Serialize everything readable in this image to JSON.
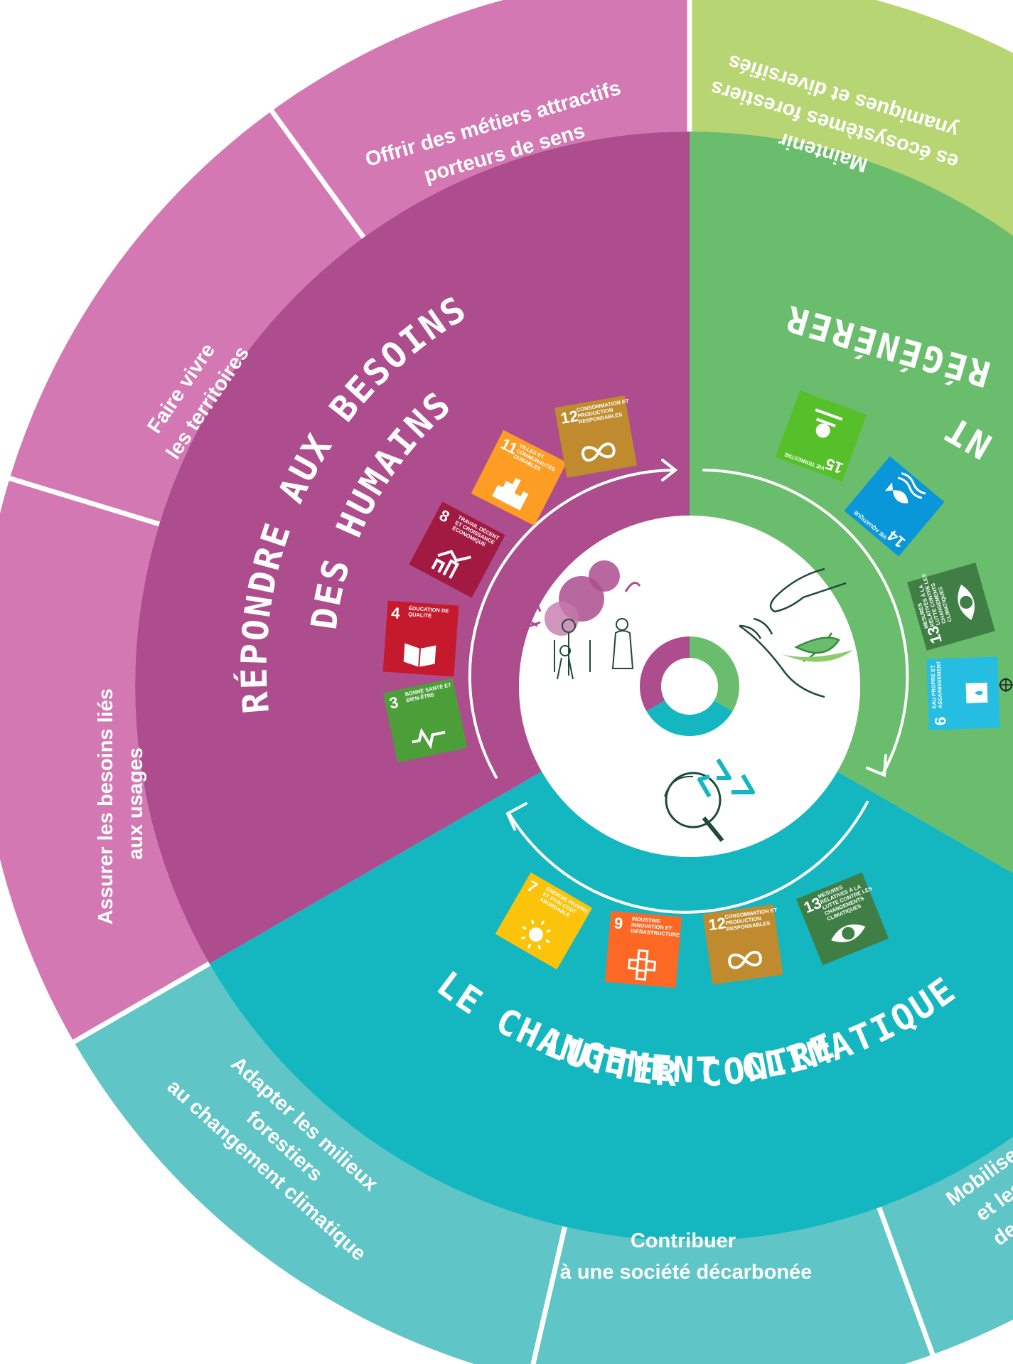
{
  "colors": {
    "pink_outer": "#d378b2",
    "pink_inner": "#ad4d8e",
    "green_outer": "#b7d572",
    "green_inner": "#6abd6c",
    "teal_outer": "#5fc5c6",
    "teal_inner": "#14b6c0",
    "white": "#ffffff"
  },
  "outer_ring": {
    "offrir": [
      "Offrir des métiers attractifs",
      "porteurs de sens"
    ],
    "faire_vivre": [
      "Faire vivre",
      "les territoires"
    ],
    "assurer": [
      "Assurer les besoins liés",
      "aux usages"
    ],
    "adapter": [
      "Adapter les milieux",
      "forestiers",
      "au changement climatique"
    ],
    "contribuer": [
      "Contribuer",
      "à une société décarbonée"
    ],
    "mobiliser": [
      "Mobilise",
      "et les",
      "de la f"
    ],
    "maintenir": [
      "Maintenir",
      "es écosystèmes forestiers",
      "ynamiques et diversifiés"
    ]
  },
  "inner_ring": {
    "repondre": [
      "RÉPONDRE AUX BESOINS",
      "DES HUMAINS"
    ],
    "lutter": [
      "LUTTER CONTRE",
      "LE CHANGEMENT CLIMATIQUE"
    ],
    "regenerer": [
      "RÉGÉNÉRER",
      "NT"
    ]
  },
  "sdg_badges": {
    "pink": [
      {
        "num": "3",
        "label": "BONNE SANTÉ ET BIEN-ÊTRE",
        "color": "#4c9f38",
        "icon": "heartbeat"
      },
      {
        "num": "4",
        "label": "ÉDUCATION DE QUALITÉ",
        "color": "#c5192d",
        "icon": "book"
      },
      {
        "num": "8",
        "label": "TRAVAIL DÉCENT ET CROISSANCE ÉCONOMIQUE",
        "color": "#a21942",
        "icon": "chart"
      },
      {
        "num": "11",
        "label": "VILLES ET COMMUNAUTÉS DURABLES",
        "color": "#fd9d24",
        "icon": "city"
      },
      {
        "num": "12",
        "label": "CONSOMMATION ET PRODUCTION RESPONSABLES",
        "color": "#bf8b2e",
        "icon": "infinity"
      }
    ],
    "green": [
      {
        "num": "15",
        "label": "VIE TERRESTRE",
        "color": "#56c02b",
        "icon": "tree"
      },
      {
        "num": "14",
        "label": "VIE AQUATIQUE",
        "color": "#0a97d9",
        "icon": "fish"
      },
      {
        "num": "13",
        "label": "MESURES RELATIVES À LA LUTTE CONTRE LES CHANGEMENTS CLIMATIQUES",
        "color": "#3f7e44",
        "icon": "eye"
      },
      {
        "num": "6",
        "label": "EAU PROPRE ET ASSAINISSEMENT",
        "color": "#26bde2",
        "icon": "water"
      }
    ],
    "teal": [
      {
        "num": "7",
        "label": "ÉNERGIE PROPRE ET D'UN COÛT ABORDABLE",
        "color": "#fcc30b",
        "icon": "sun"
      },
      {
        "num": "9",
        "label": "INDUSTRIE INNOVATION ET INFRASTRUCTURE",
        "color": "#fd6925",
        "icon": "cubes"
      },
      {
        "num": "12",
        "label": "CONSOMMATION ET PRODUCTION RESPONSABLES",
        "color": "#bf8b2e",
        "icon": "infinity"
      },
      {
        "num": "13",
        "label": "MESURES RELATIVES À LA LUTTE CONTRE LES CHANGEMENTS CLIMATIQUES",
        "color": "#3f7e44",
        "icon": "eye"
      }
    ]
  },
  "center_icons": [
    "people-plants-icon",
    "hands-seedling-icon",
    "recycle-magnifier-icon",
    "target-icon"
  ]
}
